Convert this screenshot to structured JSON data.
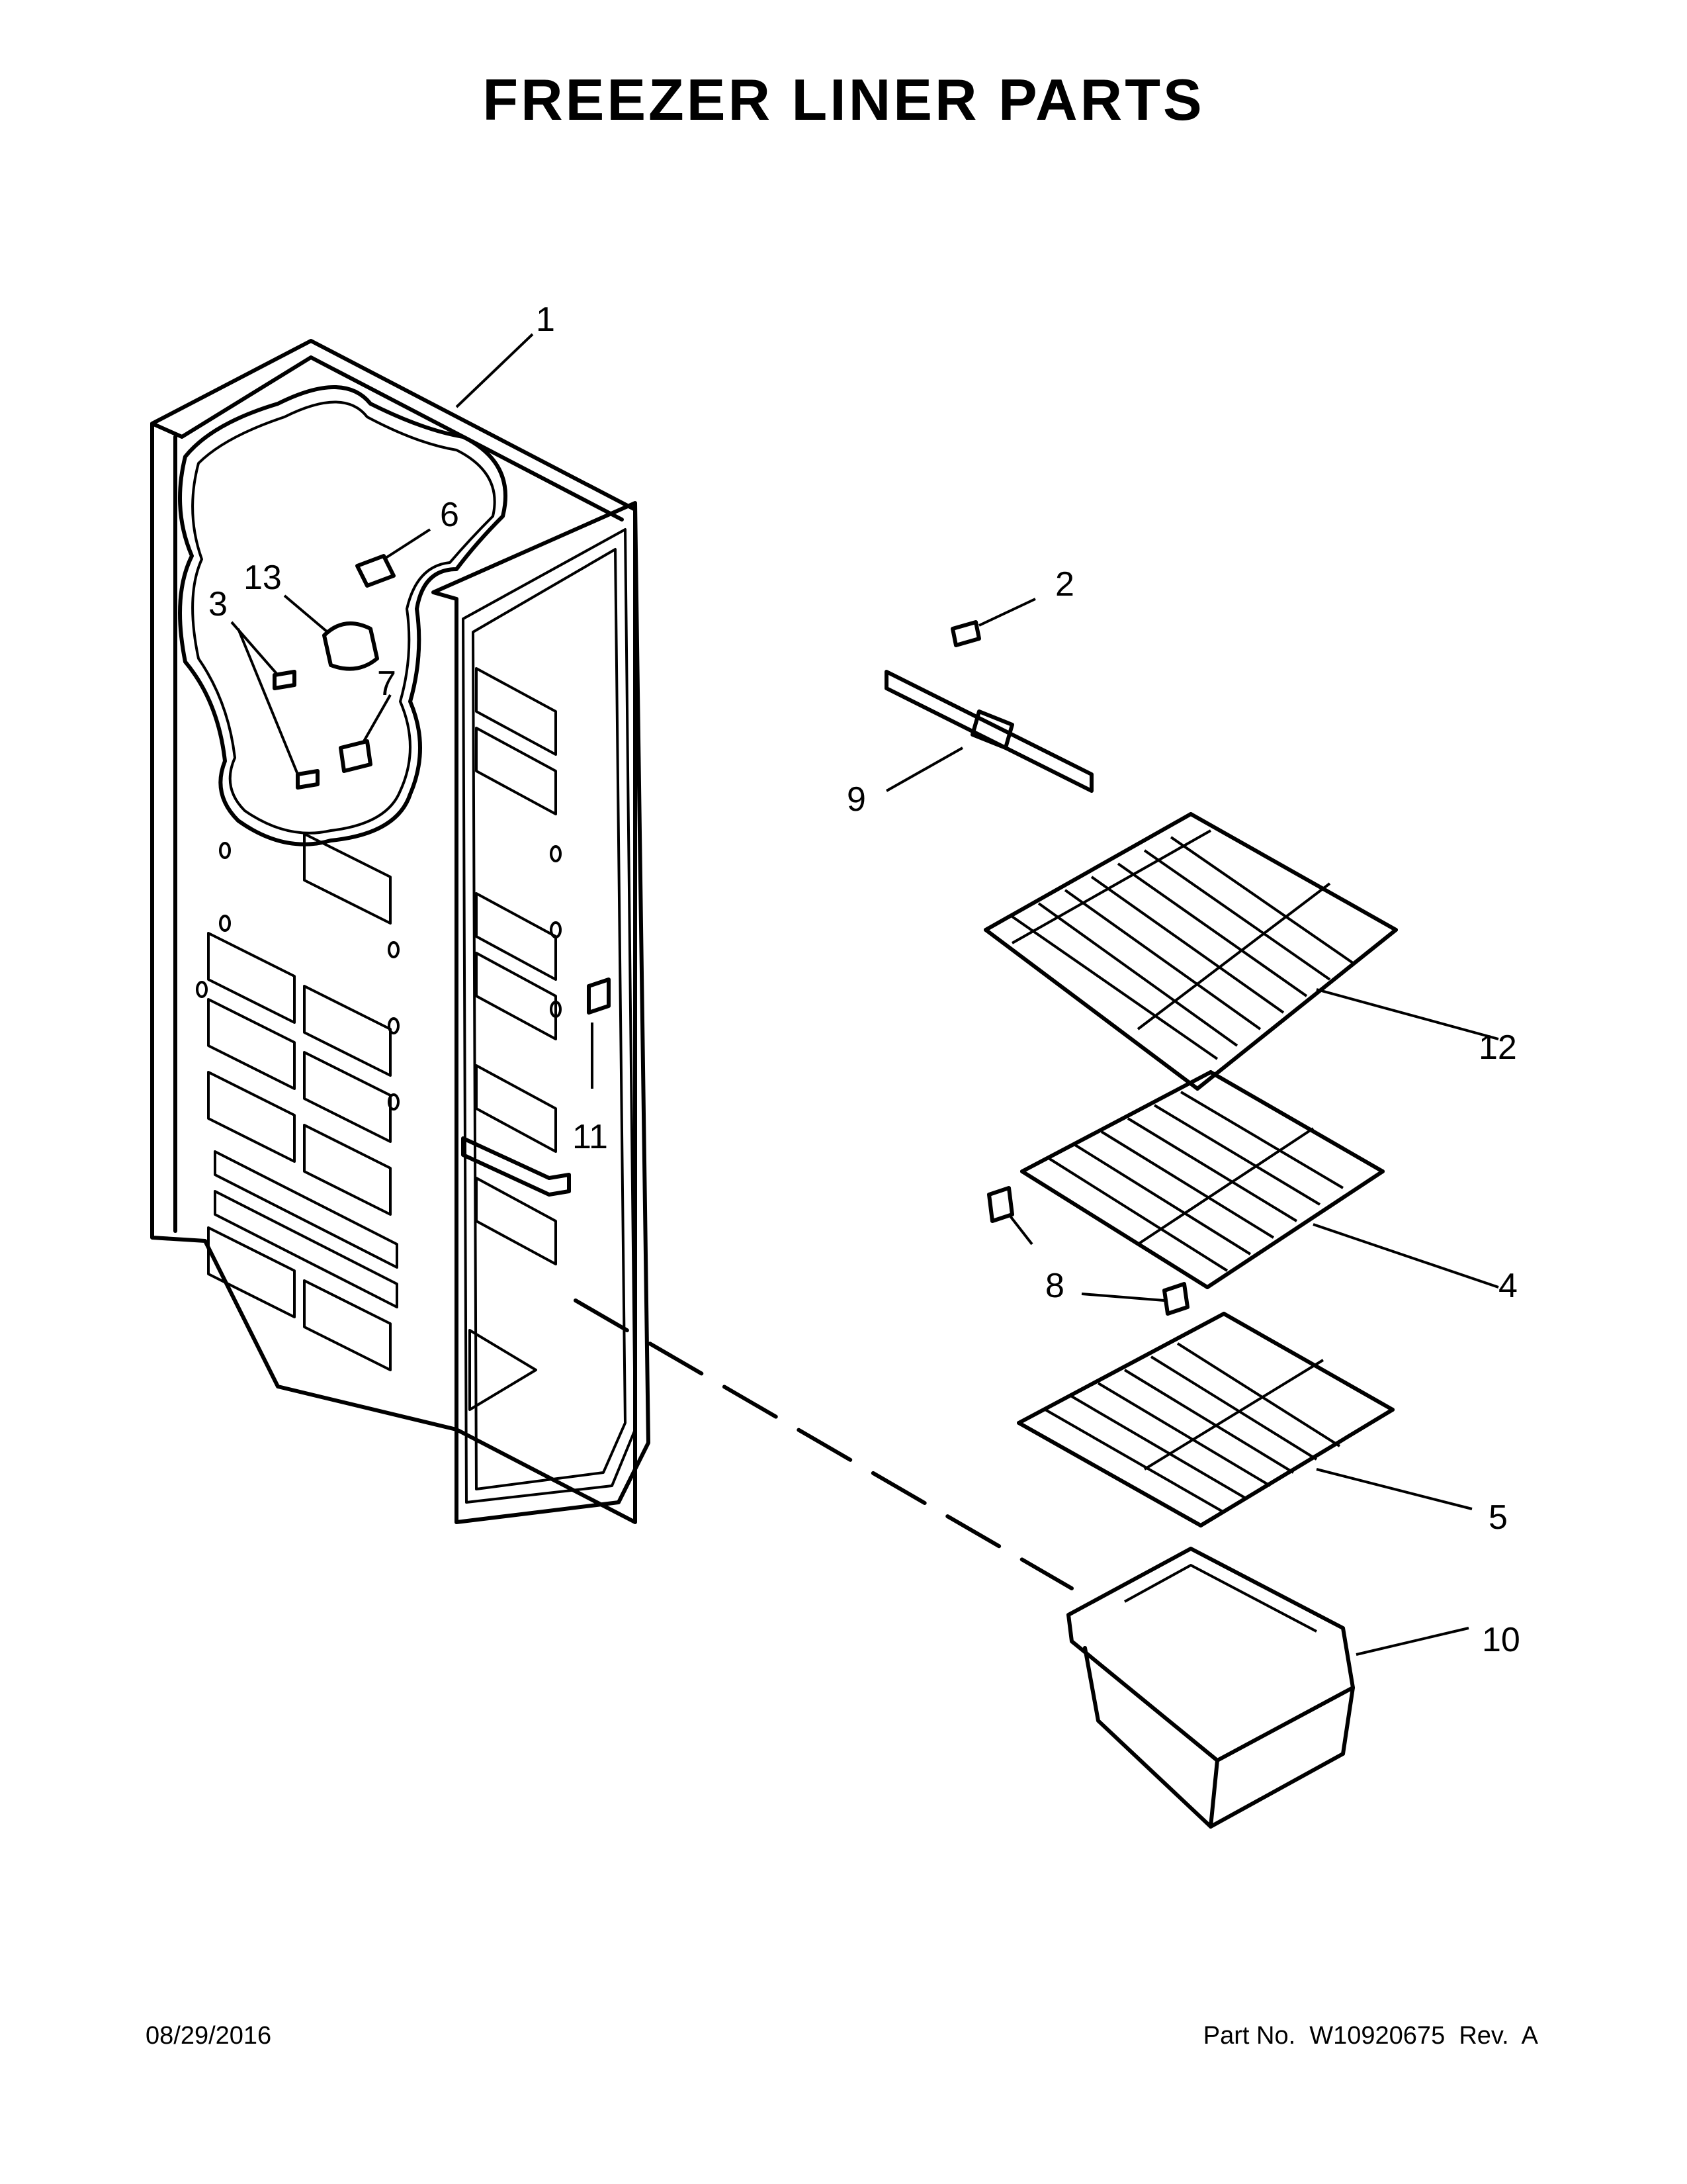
{
  "title": "FREEZER LINER PARTS",
  "callouts": {
    "c1": "1",
    "c2": "2",
    "c3": "3",
    "c4": "4",
    "c5": "5",
    "c6": "6",
    "c7": "7",
    "c8": "8",
    "c9": "9",
    "c10": "10",
    "c11": "11",
    "c12": "12",
    "c13": "13"
  },
  "footer": {
    "date": "08/29/2016",
    "part_no": "Part No.  W10920675  Rev.  A"
  }
}
